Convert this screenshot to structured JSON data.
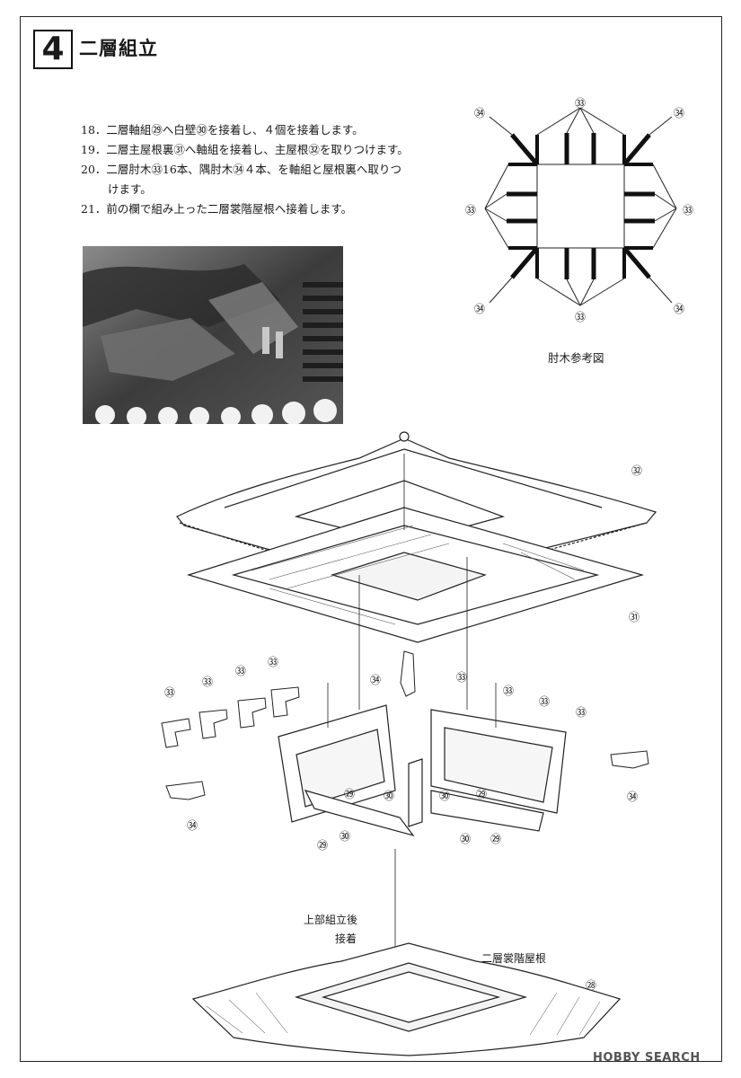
{
  "header": {
    "step_number": "4",
    "title": "二層組立"
  },
  "instructions": [
    {
      "text": "18．二層軸組㉙へ白壁㉚を接着し、４個を接着します。"
    },
    {
      "text": "19．二層主屋根裏㉛へ軸組を接着し、主屋根㉜を取りつけます。"
    },
    {
      "text": "20．二層肘木㉝16本、隅肘木㉞４本、を軸組と屋根裏へ取りつ"
    },
    {
      "text": "けます。",
      "indent": true
    },
    {
      "text": "21．前の欄で組み上った二層裳階屋根へ接着します。"
    }
  ],
  "reference_diagram": {
    "caption": "肘木参考図",
    "corner_part": "㉞",
    "side_part": "㉝"
  },
  "main_diagram": {
    "parts": {
      "roof": "㉜",
      "roof_underside": "㉛",
      "bracket": "㉝",
      "corner_bracket": "㉞",
      "frame": "㉙",
      "wall": "㉚",
      "lower_roof": "㉘"
    },
    "note_line1": "上部組立後",
    "note_line2": "接着",
    "lower_roof_label": "二層裳階屋根"
  },
  "watermark": "HOBBY SEARCH"
}
